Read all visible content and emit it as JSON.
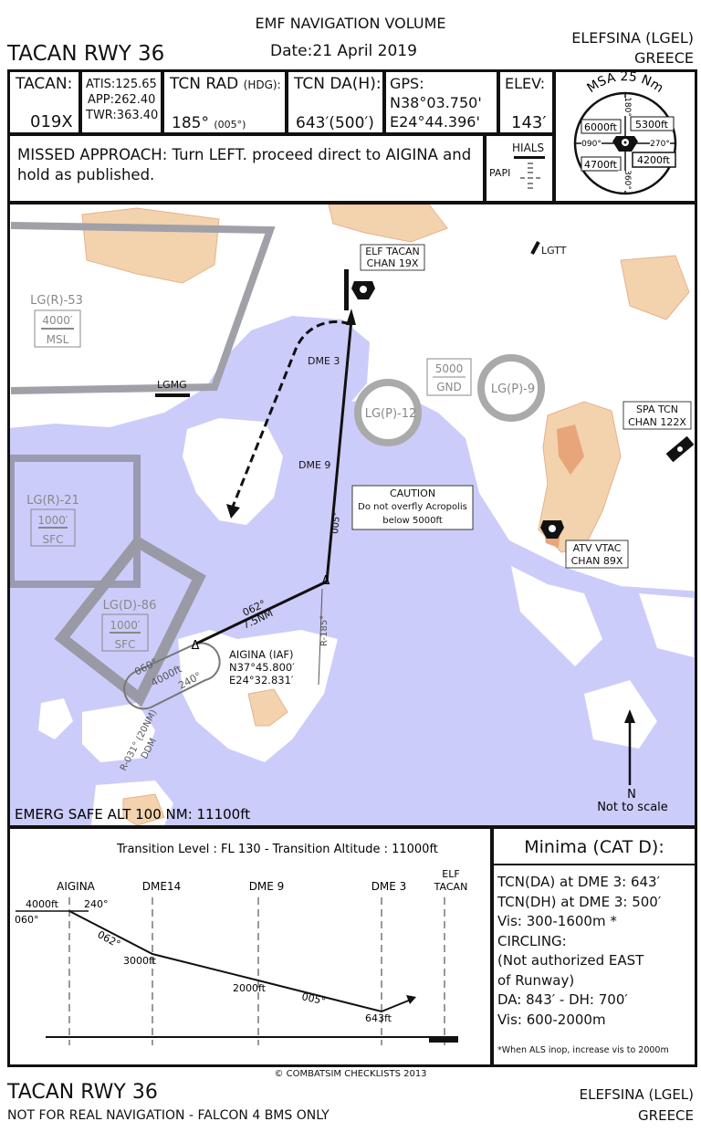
{
  "header": {
    "volume": "EMF NAVIGATION VOLUME",
    "date_label": "Date:",
    "date": "21 April 2019",
    "title": "TACAN RWY 36",
    "airport": "ELEFSINA (LGEL)",
    "country": "GREECE"
  },
  "info": {
    "tacan_label": "TACAN:",
    "tacan_value": "019X",
    "atis": "ATIS:125.65",
    "app": "APP:262.40",
    "twr": "TWR:363.40",
    "rad_label": "TCN RAD",
    "rad_hdg": "(HDG):",
    "rad_value": "185°",
    "rad_hdg_value": "(005°)",
    "da_label": "TCN DA(H):",
    "da_value": "643′(500′)",
    "gps_label": "GPS:",
    "gps_lat": "N38°03.750'",
    "gps_lon": "E24°44.396'",
    "elev_label": "ELEV:",
    "elev_value": "143′",
    "missed": "MISSED APPROACH: Turn LEFT. proceed direct to AIGINA and hold as published.",
    "hials": "HIALS",
    "papi": "PAPI"
  },
  "msa": {
    "title": "MSA 25 Nm",
    "sectors": [
      "6000ft",
      "5300ft",
      "4700ft",
      "4200ft"
    ],
    "radials": [
      "180°",
      "090°",
      "270°",
      "360°"
    ]
  },
  "map": {
    "colors": {
      "sea": "#ccccfa",
      "land": "#ffffff",
      "terrain": "#f3d3ad",
      "terrain_high": "#e8a57a",
      "restricted": "#9a9aa6"
    },
    "areas": [
      {
        "name": "LG(R)-53",
        "upper": "4000′",
        "lower": "MSL"
      },
      {
        "name": "LG(R)-21",
        "upper": "1000′",
        "lower": "SFC"
      },
      {
        "name": "LG(D)-86",
        "upper": "1000′",
        "lower": "SFC"
      },
      {
        "name": "LG(P)-12"
      },
      {
        "name": "LG(P)-9"
      }
    ],
    "alt_box": {
      "upper": "5000",
      "lower": "GND"
    },
    "navaids": {
      "elf": [
        "ELF TACAN",
        "CHAN 19X"
      ],
      "spa": [
        "SPA TCN",
        "CHAN 122X"
      ],
      "atv": [
        "ATV VTAC",
        "CHAN 89X"
      ]
    },
    "airfields": {
      "lgtt": "LGTT",
      "lgmg": "LGMG"
    },
    "fixes": {
      "dme3": "DME 3",
      "dme9": "DME 9"
    },
    "caution": {
      "title": "CAUTION",
      "line1": "Do not overfly Acropolis",
      "line2": "below 5000ft"
    },
    "legs": {
      "final": "005°",
      "inbound": "062°",
      "inbound_dist": "7.5NM",
      "radial": "R-185°",
      "hold_in": "060°",
      "hold_out": "240°",
      "hold_alt": "4000ft",
      "ddm": "R-031° (20NM)",
      "ddm2": "DDM"
    },
    "iaf": {
      "name": "AIGINA (IAF)",
      "lat": "N37°45.800′",
      "lon": "E24°32.831′"
    },
    "north": "N",
    "scale": "Not to scale",
    "emerg": "EMERG SAFE ALT 100 NM: 11100ft"
  },
  "profile": {
    "transition": "Transition Level : FL 130  -  Transition Altitude : 11000ft",
    "fixes": [
      "AIGINA",
      "DME14",
      "DME 9",
      "DME 3"
    ],
    "elf1": "ELF",
    "elf2": "TACAN",
    "alts": [
      "4000ft",
      "3000ft",
      "2000ft",
      "643ft"
    ],
    "courses": {
      "in": "060°",
      "out": "240°",
      "seg1": "062°",
      "seg2": "005°"
    }
  },
  "minima": {
    "title": "Minima (CAT D):",
    "lines": [
      "TCN(DA) at DME 3: 643′",
      "TCN(DH) at DME 3: 500′",
      "Vis: 300-1600m *",
      "CIRCLING:",
      "(Not authorized EAST",
      "of Runway)",
      "DA: 843′ - DH: 700′",
      "Vis: 600-2000m"
    ],
    "note": "*When ALS inop, increase vis to 2000m"
  },
  "footer": {
    "copyright": "© COMBATSIM CHECKLISTS 2013",
    "title": "TACAN RWY 36",
    "disclaimer": "NOT FOR REAL NAVIGATION - FALCON 4 BMS ONLY",
    "airport": "ELEFSINA  (LGEL)",
    "country": "GREECE"
  }
}
